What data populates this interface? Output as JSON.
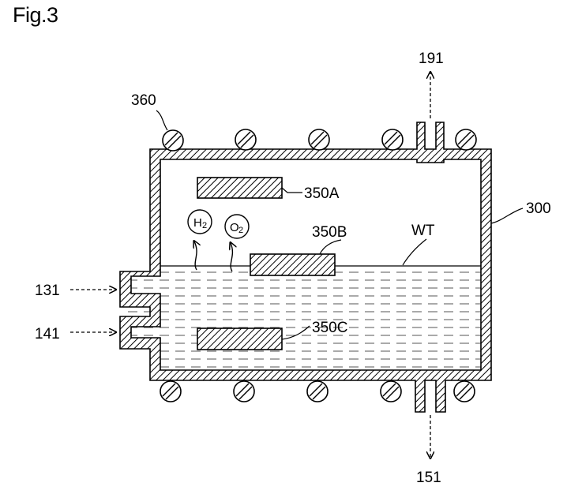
{
  "figure": {
    "title": "Fig.3"
  },
  "labels": {
    "outlet_top": "191",
    "heater": "360",
    "electrode_a": "350A",
    "tank": "300",
    "electrode_b": "350B",
    "water": "WT",
    "inlet_1": "131",
    "inlet_2": "141",
    "electrode_c": "350C",
    "outlet_bottom": "151"
  },
  "gases": {
    "h2": {
      "symbol": "H",
      "subscript": "2"
    },
    "o2": {
      "symbol": "O",
      "subscript": "2"
    }
  },
  "colors": {
    "line": "#000000",
    "background": "#ffffff"
  }
}
